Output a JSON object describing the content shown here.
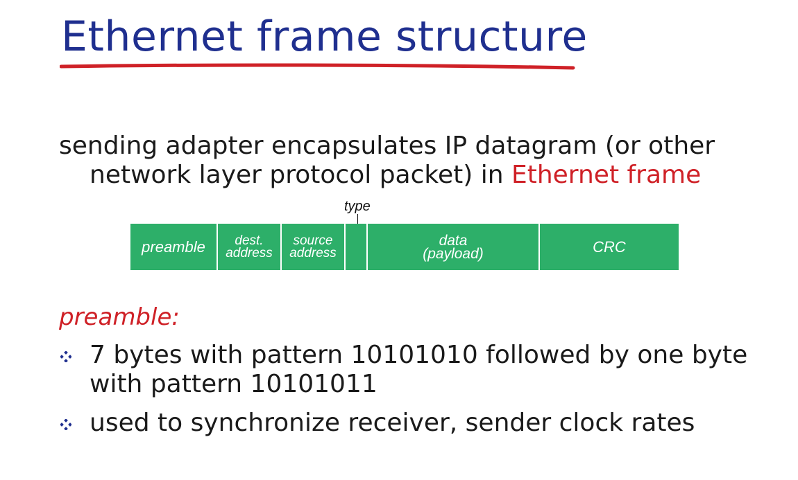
{
  "slide": {
    "title": "Ethernet frame structure",
    "intro_line1": "sending adapter encapsulates IP datagram (or other",
    "intro_line2_plain": "network layer protocol packet) in ",
    "intro_line2_highlight": "Ethernet frame",
    "accent_color": "#cf2127",
    "title_color": "#1f2f8f",
    "frame_color": "#2daf69"
  },
  "frame_diagram": {
    "type_label": "type",
    "fields": {
      "preamble": "preamble",
      "dest_line1": "dest.",
      "dest_line2": "address",
      "source_line1": "source",
      "source_line2": "address",
      "data_line1": "data",
      "data_line2": "(payload)",
      "crc": "CRC"
    }
  },
  "details": {
    "heading": "preamble:",
    "bullets": [
      "7 bytes with pattern 10101010 followed by one byte with pattern 10101011",
      "used to synchronize receiver, sender clock rates"
    ],
    "bullet_icon": "diamond-bullet-icon"
  }
}
